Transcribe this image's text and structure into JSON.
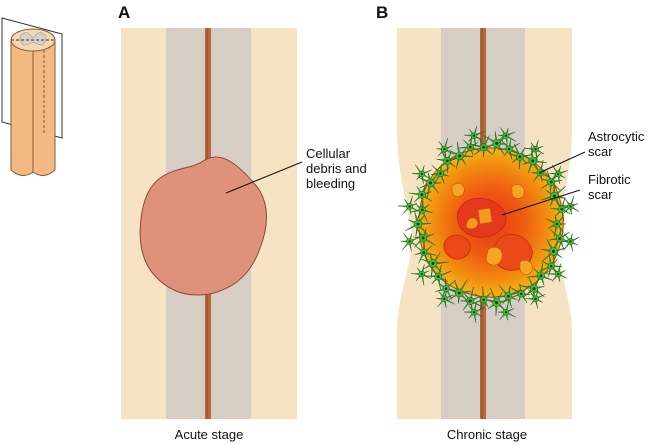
{
  "panels": [
    {
      "letter": "A",
      "caption": "Acute stage",
      "label_lines": [
        "Cellular",
        "debris and",
        "bleeding"
      ]
    },
    {
      "letter": "B",
      "caption": "Chronic stage",
      "labels": [
        {
          "lines": [
            "Astrocytic",
            "scar"
          ]
        },
        {
          "lines": [
            "Fibrotic",
            "scar"
          ]
        }
      ]
    }
  ],
  "colors": {
    "white_matter": "#f6e3c4",
    "gray_matter": "#d6cdc5",
    "central_canal": "#b7673d",
    "lesion_acute": "#df917c",
    "fibrotic_core": "#f07a10",
    "fibrotic_center": "#e83d12",
    "astrocyte": "#3fa835",
    "outline": "#6a4a2a",
    "inset_cord": "#f2b982"
  }
}
